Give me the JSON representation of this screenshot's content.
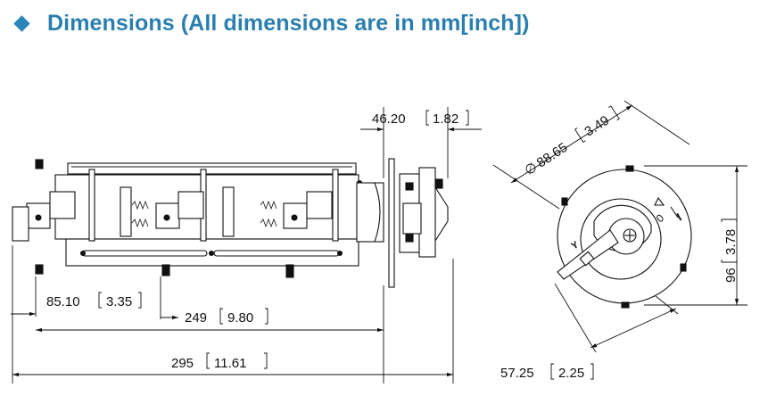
{
  "header": {
    "title": "Dimensions (All dimensions are in mm[inch])",
    "bullet_icon": "diamond-bullet-icon",
    "accent_color": "#2a7fae"
  },
  "dimensions": {
    "flange_thickness": {
      "mm": "46.20",
      "inch": "1.82"
    },
    "offset": {
      "mm": "85.10",
      "inch": "3.35"
    },
    "body_length": {
      "mm": "249",
      "inch": "9.80"
    },
    "overall_length": {
      "mm": "295",
      "inch": "11.61"
    },
    "diameter": {
      "symbol": "∅",
      "mm": "88.65",
      "inch": "3.49"
    },
    "height": {
      "mm": "96",
      "inch": "3.78"
    },
    "rotation_offset": {
      "mm": "57.25",
      "inch": "2.25"
    }
  },
  "front_view": {
    "label_y": "Y",
    "label_off": "0",
    "label_on": "I"
  }
}
